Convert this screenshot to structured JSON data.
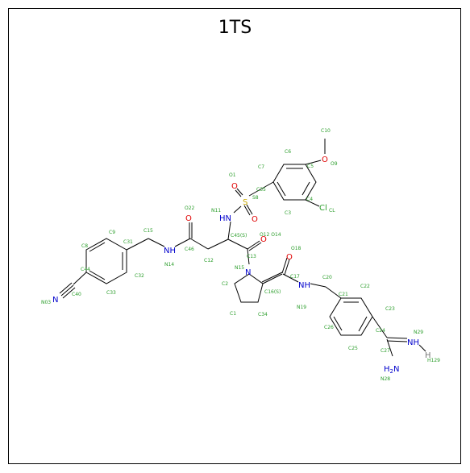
{
  "title": "1TS",
  "colors": {
    "carbon_label": "#2a9d2a",
    "nitrogen": "#0000cc",
    "oxygen": "#e00000",
    "sulfur": "#c8a800",
    "chlorine": "#2a9d2a",
    "hydrogen": "#777777"
  },
  "labels": {
    "c10": "C10",
    "c6": "C6",
    "c5": "C5",
    "c7": "C7",
    "o9": "O9",
    "o1": "O1",
    "c35": "C35",
    "s8": "S8",
    "c4": "C4",
    "c3": "C3",
    "cl_lbl": "CL",
    "o22": "O22",
    "n11": "N11",
    "c45s": "C45(S)",
    "o12o14": "O12 O14",
    "c9": "C9",
    "c15": "C15",
    "c31": "C31",
    "c8": "C8",
    "c46": "C46",
    "n14": "N14",
    "c12": "C12",
    "c13": "C13",
    "o18": "O18",
    "c44": "C44",
    "c32": "C32",
    "n15": "N15",
    "c2": "C2",
    "c17": "C17",
    "c20": "C20",
    "n03": "N03",
    "c40": "C40",
    "c33": "C33",
    "c16s": "C16(S)",
    "c22": "C22",
    "n19": "N19",
    "c21": "C21",
    "c23": "C23",
    "c1": "C1",
    "c34": "C34",
    "c26": "C26",
    "c24": "C24",
    "n29": "N29",
    "c25": "C25",
    "c27": "C27",
    "h129": "H129",
    "n28": "N28"
  },
  "atoms": {
    "o_methoxy": "O",
    "o_sulfonyl_1": "O",
    "o_sulfonyl_2": "O",
    "s": "S",
    "cl": "Cl",
    "hn_sulfonamide": "HN",
    "o_amide_1": "O",
    "o_amide_2": "O",
    "o_amide_3": "O",
    "nh_amide_1": "NH",
    "nh_amide_2": "NH",
    "n_pyrrolidine": "N",
    "n_nitrile": "N",
    "nh_amidine": "NH",
    "h_amidine": "H",
    "h2n_amidine": "H2N"
  }
}
